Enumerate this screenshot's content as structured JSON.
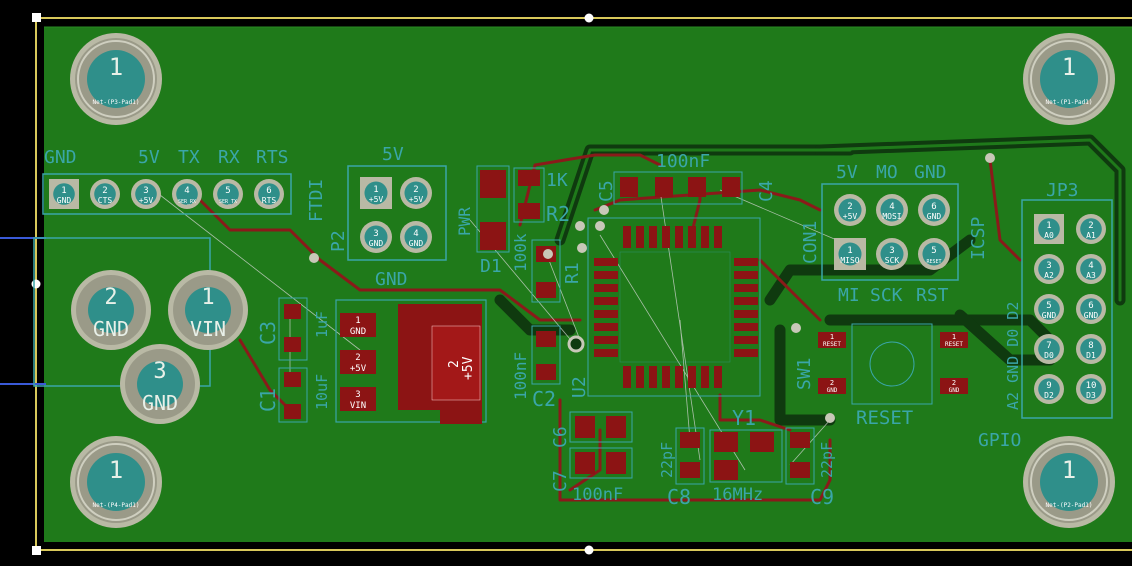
{
  "colors": {
    "background": "#000000",
    "board": "#1f7a1a",
    "copper_back": "#0f3a0f",
    "copper_front": "#8a1a1a",
    "pad": "#8c1414",
    "silkscreen": "#3aa6a8",
    "edge": "#d8c85a",
    "mount_ring": "#b9b9a5",
    "mount_hole": "#2f8f8a"
  },
  "mounting_holes": [
    {
      "number": "1",
      "net": "Net-(P3-Pad1)"
    },
    {
      "number": "1",
      "net": "Net-(P1-Pad1)"
    },
    {
      "number": "1",
      "net": "Net-(P4-Pad1)"
    },
    {
      "number": "1",
      "net": "Net-(P2-Pad1)"
    }
  ],
  "power_jack": {
    "pins": [
      {
        "number": "2",
        "label": "GND"
      },
      {
        "number": "1",
        "label": "VIN"
      },
      {
        "number": "3",
        "label": "GND"
      }
    ]
  },
  "ftdi": {
    "ref": "FTDI",
    "top_labels": [
      "GND",
      "5V",
      "TX",
      "RX",
      "RTS"
    ],
    "pins": [
      {
        "number": "1",
        "label": "GND"
      },
      {
        "number": "2",
        "label": "CTS"
      },
      {
        "number": "3",
        "label": "+5V"
      },
      {
        "number": "4",
        "label": "SER_RX"
      },
      {
        "number": "5",
        "label": "SER_TX"
      },
      {
        "number": "6",
        "label": "RTS"
      }
    ]
  },
  "p2": {
    "ref": "P2",
    "top_label": "5V",
    "bottom_label": "GND",
    "pins": [
      {
        "number": "1",
        "label": "+5V"
      },
      {
        "number": "2",
        "label": "+5V"
      },
      {
        "number": "3",
        "label": "GND"
      },
      {
        "number": "4",
        "label": "GND"
      }
    ]
  },
  "regulator": {
    "pins": [
      {
        "number": "1",
        "label": "GND"
      },
      {
        "number": "2",
        "label": "+5V"
      },
      {
        "number": "3",
        "label": "VIN"
      }
    ],
    "tab": {
      "number": "2",
      "label": "+5V"
    }
  },
  "passives": {
    "c3": {
      "ref": "C3",
      "value": "1uF"
    },
    "c1": {
      "ref": "C1",
      "value": "10uF"
    },
    "c2": {
      "ref": "C2",
      "value": "100nF"
    },
    "c5": {
      "ref": "C5",
      "value": "100nF"
    },
    "c4": {
      "ref": "C4",
      "value": ""
    },
    "c6": {
      "ref": "C6",
      "value": ""
    },
    "c7": {
      "ref": "C7",
      "value": "100nF"
    },
    "c8": {
      "ref": "C8",
      "value": "22pF"
    },
    "c9": {
      "ref": "C9",
      "value": "22pF"
    },
    "r1": {
      "ref": "R1",
      "value": "100k"
    },
    "r2": {
      "ref": "R2",
      "value": "1K"
    },
    "d1": {
      "ref": "D1",
      "value": "PWR"
    },
    "y1": {
      "ref": "Y1",
      "value": "16MHz"
    },
    "u2": {
      "ref": "U2"
    }
  },
  "icsp": {
    "ref": "CON1",
    "title": "ICSP",
    "top_labels": [
      "5V",
      "MO",
      "GND"
    ],
    "bottom_labels": [
      "MI",
      "SCK",
      "RST"
    ],
    "pins": [
      {
        "number": "2",
        "label": "+5V"
      },
      {
        "number": "4",
        "label": "MOSI"
      },
      {
        "number": "6",
        "label": "GND"
      },
      {
        "number": "1",
        "label": "MISO"
      },
      {
        "number": "3",
        "label": "SCK"
      },
      {
        "number": "5",
        "label": "RESET"
      }
    ]
  },
  "reset_switch": {
    "ref": "SW1",
    "label": "RESET",
    "pads": [
      {
        "number": "1",
        "label": "RESET"
      },
      {
        "number": "1",
        "label": "RESET"
      },
      {
        "number": "2",
        "label": "GND"
      },
      {
        "number": "2",
        "label": "GND"
      }
    ]
  },
  "gpio": {
    "ref": "JP3",
    "title": "GPIO",
    "side_labels": "A2 GND D0 D2",
    "pins": [
      {
        "number": "1",
        "label": "A0"
      },
      {
        "number": "2",
        "label": "A1"
      },
      {
        "number": "3",
        "label": "A2"
      },
      {
        "number": "4",
        "label": "A3"
      },
      {
        "number": "5",
        "label": "GND"
      },
      {
        "number": "6",
        "label": "GND"
      },
      {
        "number": "7",
        "label": "D0"
      },
      {
        "number": "8",
        "label": "D1"
      },
      {
        "number": "9",
        "label": "D2"
      },
      {
        "number": "10",
        "label": "D3"
      }
    ]
  }
}
